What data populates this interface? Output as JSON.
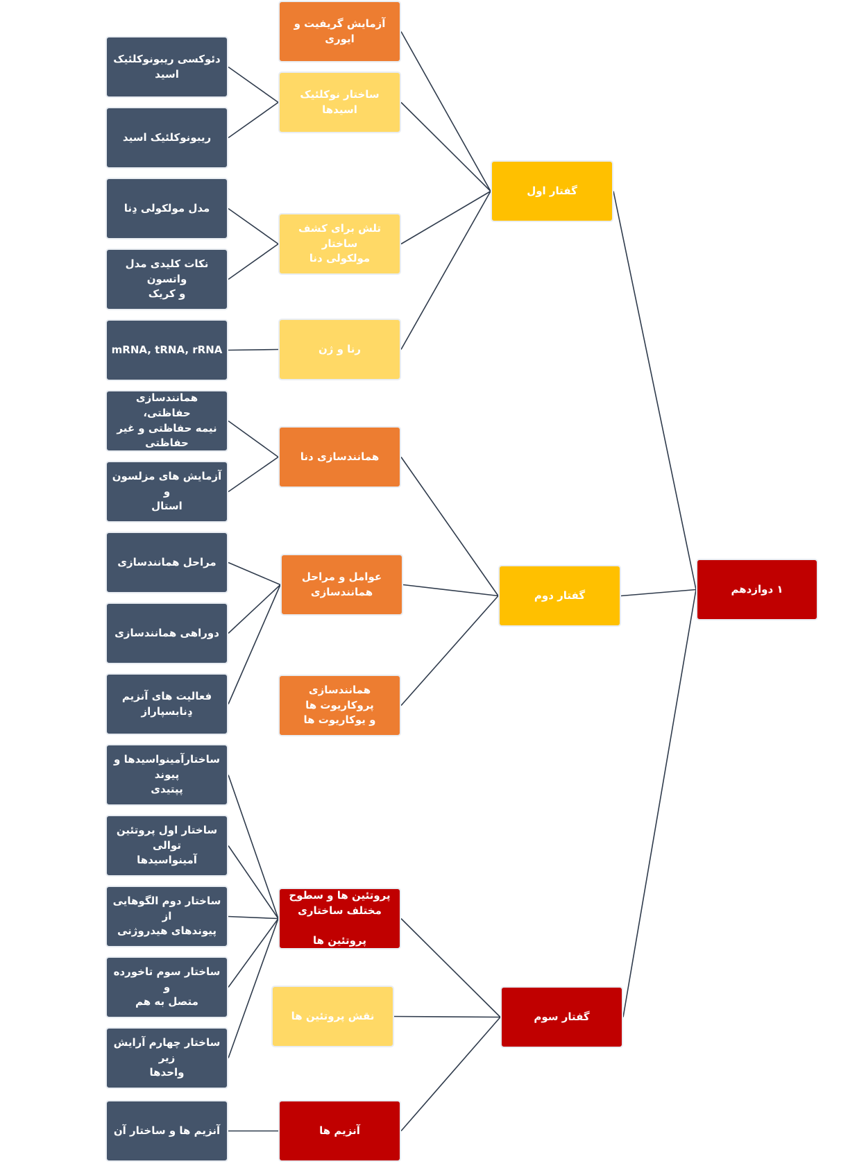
{
  "colors": {
    "dark": "#44546a",
    "orange": "#ed7d31",
    "yellow": "#ffd966",
    "gold": "#ffc000",
    "red": "#c00000",
    "line": "#2f3b4c"
  },
  "root": {
    "label": "۱ دوازدهم"
  },
  "chapters": [
    {
      "label": "گفتار اول"
    },
    {
      "label": "گفتار دوم"
    },
    {
      "label": "گفتار سوم"
    }
  ],
  "topics": [
    {
      "label": "آزمایش گریفیت و ایوری"
    },
    {
      "label": "ساختار نوکلئیک اسیدها"
    },
    {
      "label": "تلش برای کشف ساختار\nمولکولی دنا"
    },
    {
      "label": "رنا و ژن"
    },
    {
      "label": "همانندسازی دنا"
    },
    {
      "label": "عوامل و مراحل\nهمانندسازی"
    },
    {
      "label": "همانندسازی پروکاریوت ها\nو یوکاریوت ها"
    },
    {
      "label": "پروتئین ها و سطوح\nمختلف ساختاری\n\nپروتئین ها"
    },
    {
      "label": "نقش پروتئین ها"
    },
    {
      "label": "آنزیم ها"
    }
  ],
  "details": [
    {
      "label": "دئوکسی ریبونوکلئیک\nاسید"
    },
    {
      "label": "ریبونوکلئیک اسید"
    },
    {
      "label": "مدل مولکولی دِنا"
    },
    {
      "label": "نکات کلیدی مدل واتسون\nو کریک"
    },
    {
      "label": "mRNA, tRNA, rRNA"
    },
    {
      "label": "همانندسازی حفاظتی،\nنیمه حفاظتی و غیر\nحفاظتی"
    },
    {
      "label": "آزمایش های مزلسون و\nاستال"
    },
    {
      "label": "مراحل همانندسازی"
    },
    {
      "label": "دوراهی همانندسازی"
    },
    {
      "label": "فعالیت های آنزیم\nدِنابسپاراز"
    },
    {
      "label": "ساختارآمینواسیدها و پیوند\nپپتیدی"
    },
    {
      "label": "ساختار اول پروتئین  توالی\nآمینواسیدها"
    },
    {
      "label": "ساختار دوم  الگوهایی از\nپیوندهای هیدروژنی"
    },
    {
      "label": "ساختار سوم  تاخورده و\nمتصل به هم"
    },
    {
      "label": "ساختار چهارم  آرایش زیر\nواحدها"
    },
    {
      "label": "آنزیم ها و ساختار آن"
    }
  ]
}
